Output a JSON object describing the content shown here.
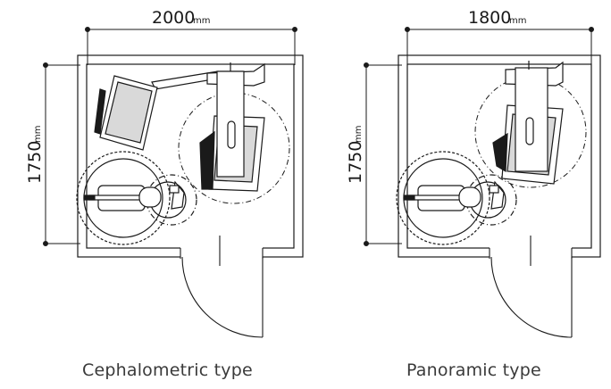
{
  "left_plan": {
    "width_value": "2000",
    "width_unit": "mm",
    "depth_value": "1750",
    "depth_unit": "mm",
    "caption": "Cephalometric type"
  },
  "right_plan": {
    "width_value": "1800",
    "width_unit": "mm",
    "depth_value": "1750",
    "depth_unit": "mm",
    "caption": "Panoramic type"
  },
  "colors": {
    "line": "#1a1a1a",
    "fill_gray": "#d9d9d9",
    "dark": "#2b2b2b"
  }
}
